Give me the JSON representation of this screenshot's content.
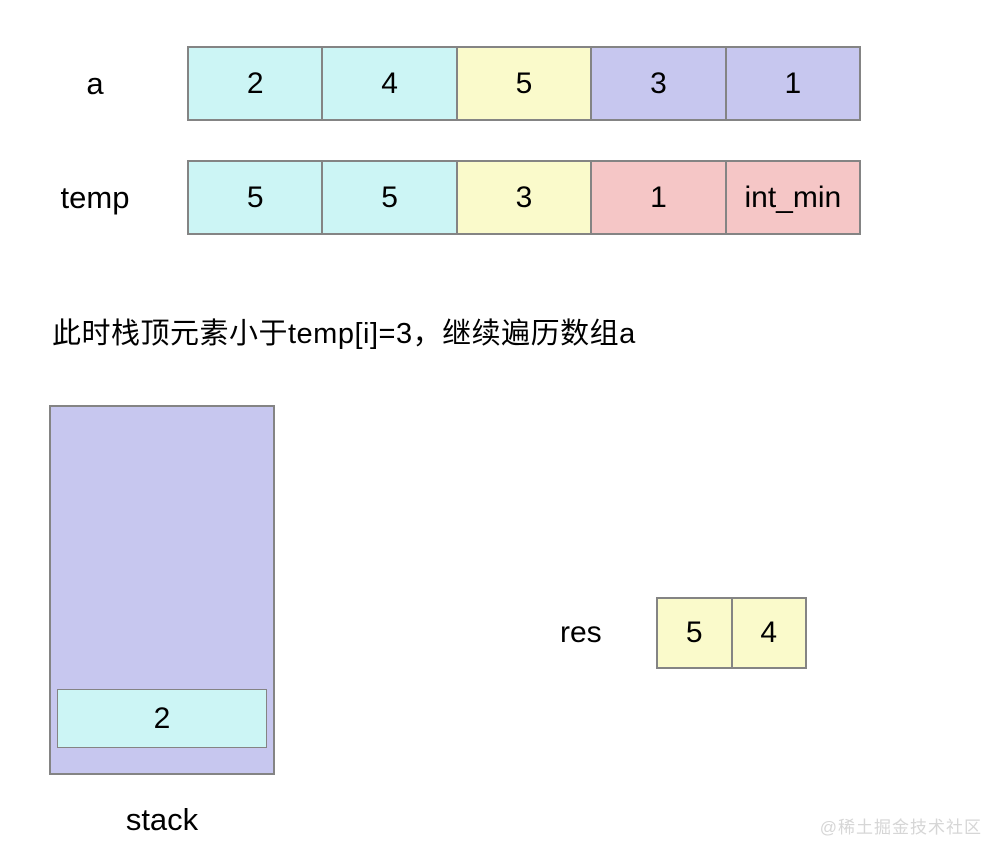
{
  "colors": {
    "cyan": "#ccf5f5",
    "yellow": "#fafacb",
    "purple": "#c7c7ef",
    "pink": "#f5c6c6",
    "border": "#848484",
    "watermark": "#d6d6d6"
  },
  "array_a": {
    "label": "a",
    "cells": [
      {
        "value": "2",
        "color": "cyan"
      },
      {
        "value": "4",
        "color": "cyan"
      },
      {
        "value": "5",
        "color": "yellow"
      },
      {
        "value": "3",
        "color": "purple"
      },
      {
        "value": "1",
        "color": "purple"
      }
    ]
  },
  "array_temp": {
    "label": "temp",
    "cells": [
      {
        "value": "5",
        "color": "cyan"
      },
      {
        "value": "5",
        "color": "cyan"
      },
      {
        "value": "3",
        "color": "yellow"
      },
      {
        "value": "1",
        "color": "pink"
      },
      {
        "value": "int_min",
        "color": "pink"
      }
    ]
  },
  "caption": "此时栈顶元素小于temp[i]=3，继续遍历数组a",
  "stack": {
    "label": "stack",
    "items": [
      {
        "value": "2",
        "color": "cyan"
      }
    ]
  },
  "res": {
    "label": "res",
    "cells": [
      {
        "value": "5",
        "color": "yellow"
      },
      {
        "value": "4",
        "color": "yellow"
      }
    ]
  },
  "watermark": "@稀土掘金技术社区"
}
